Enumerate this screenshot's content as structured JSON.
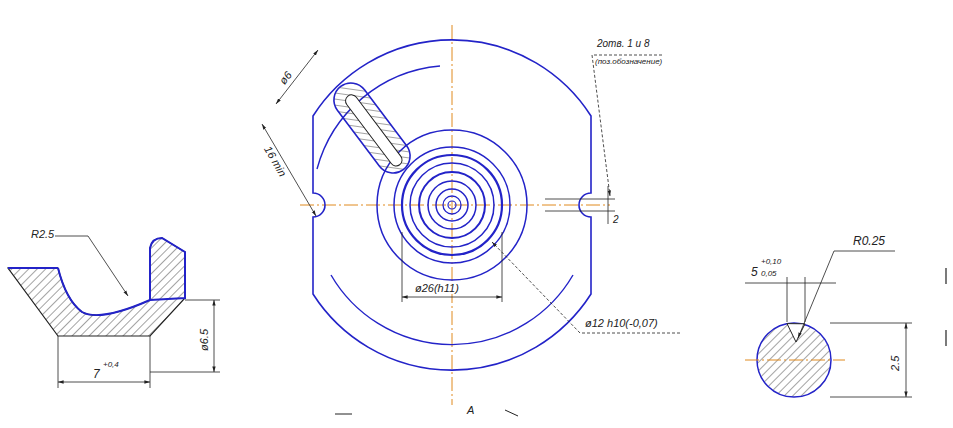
{
  "diagram": {
    "labels": [
      "R2.5",
      "7",
      "+0,4",
      "ø6.5",
      "ø6",
      "16 min",
      "2отв. 1 и 8",
      "(поз.обозначение)",
      "2",
      "ø26(h11)",
      "ø12 h10(-0,07)",
      "А",
      "R0.25",
      "5",
      "+0,10",
      "0,05",
      "2.5"
    ]
  }
}
